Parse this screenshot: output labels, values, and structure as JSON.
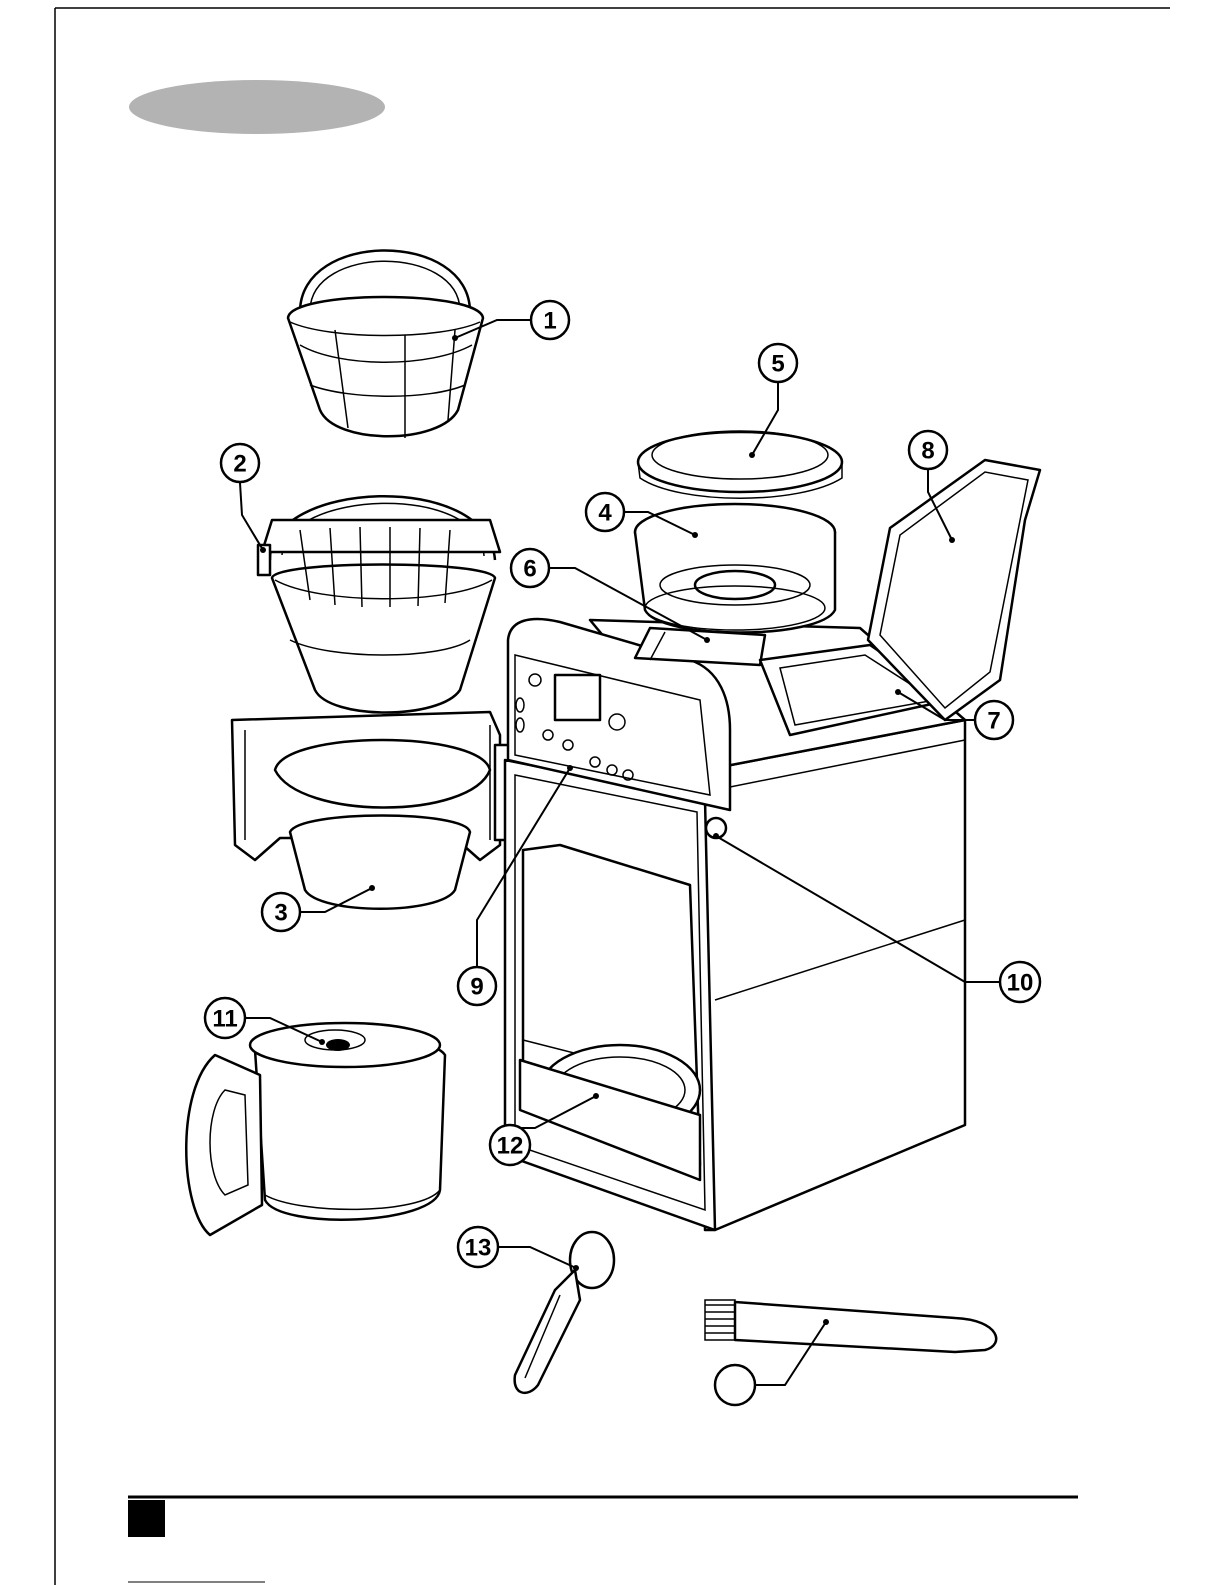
{
  "diagram": {
    "header_pill_color": "#b3b3b3",
    "footer_block_color": "#000000",
    "parts": [
      {
        "id": "filter-basket-insert",
        "label": "1"
      },
      {
        "id": "filter-holder",
        "label": "2"
      },
      {
        "id": "filter-holder-frame",
        "label": "3"
      },
      {
        "id": "bean-hopper",
        "label": "4"
      },
      {
        "id": "hopper-lid",
        "label": "5"
      },
      {
        "id": "grinder-channel",
        "label": "6"
      },
      {
        "id": "water-reservoir",
        "label": "7"
      },
      {
        "id": "reservoir-lid",
        "label": "8"
      },
      {
        "id": "control-panel",
        "label": "9"
      },
      {
        "id": "power-switch",
        "label": "10"
      },
      {
        "id": "carafe",
        "label": "11"
      },
      {
        "id": "warming-plate",
        "label": "12"
      },
      {
        "id": "measuring-scoop",
        "label": "13"
      },
      {
        "id": "cleaning-brush",
        "label": ""
      }
    ]
  }
}
